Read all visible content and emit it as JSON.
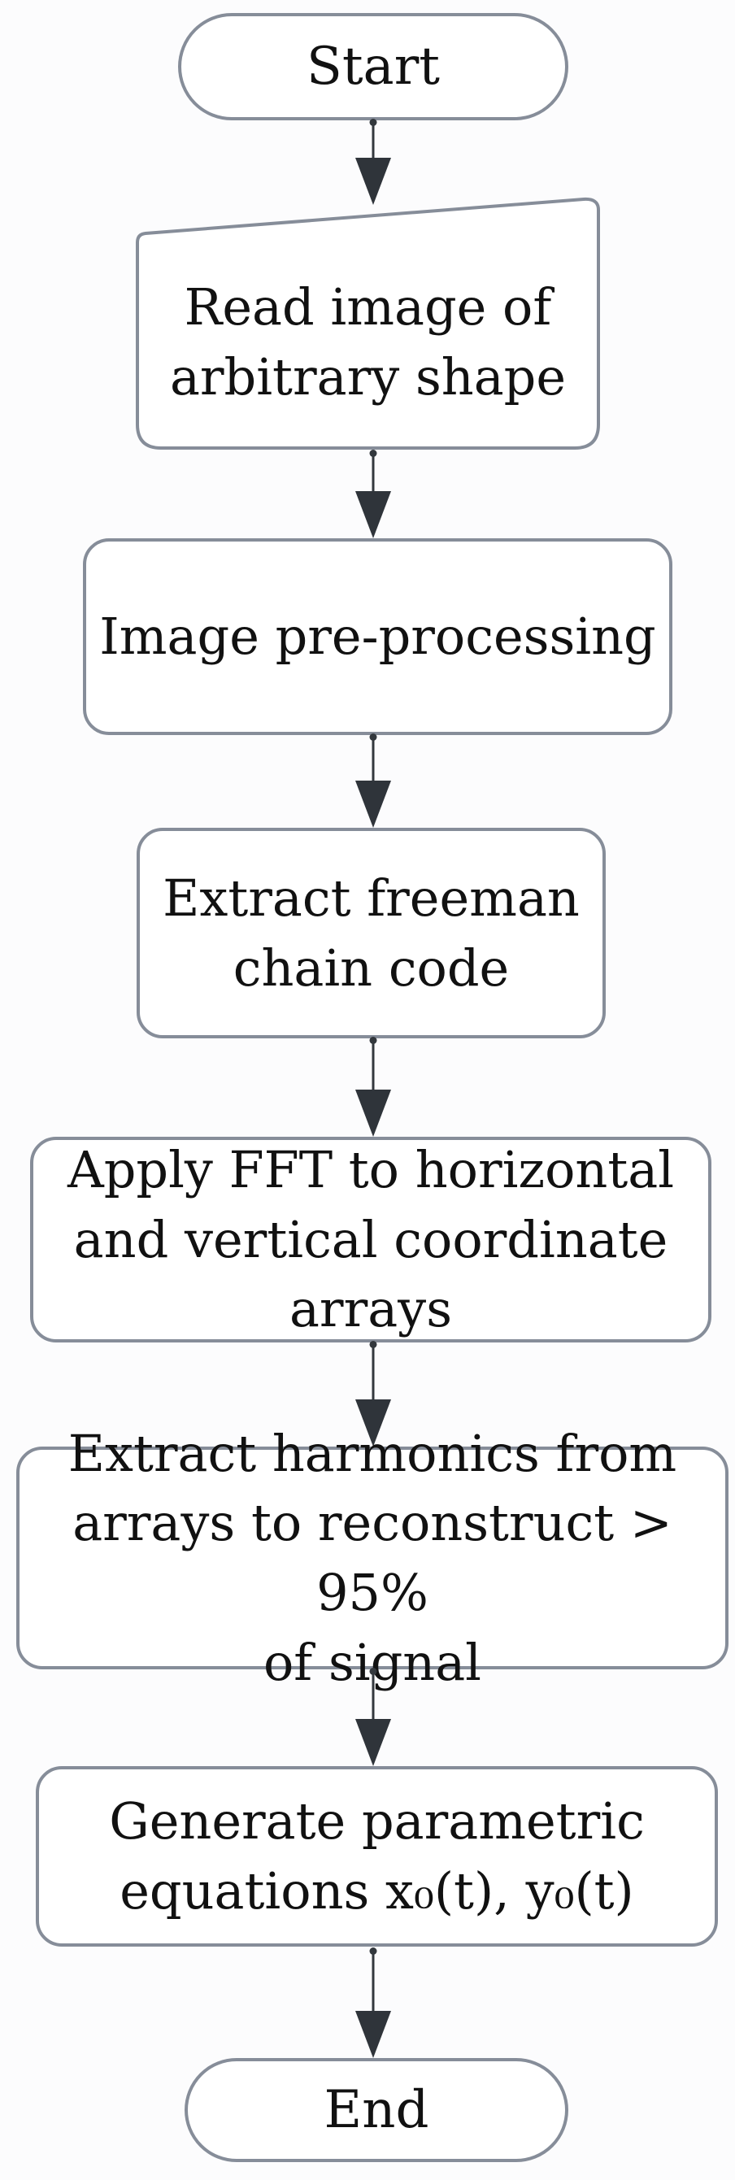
{
  "diagram": {
    "type": "flowchart",
    "direction": "top-down",
    "colors": {
      "node_border": "#868d99",
      "node_fill": "#ffffff",
      "arrow": "#33383d",
      "text": "#111111",
      "background": "#fcfcfd"
    },
    "nodes": [
      {
        "id": "start",
        "shape": "terminator",
        "label": "Start"
      },
      {
        "id": "read-image",
        "shape": "manual-input",
        "label": "Read image of\narbitrary shape"
      },
      {
        "id": "image-pre-processing",
        "shape": "process",
        "label": "Image pre-processing"
      },
      {
        "id": "extract-freeman-chain-code",
        "shape": "process",
        "label": "Extract freeman\nchain code"
      },
      {
        "id": "apply-fft",
        "shape": "process",
        "label": "Apply FFT to horizontal\nand vertical coordinate\narrays"
      },
      {
        "id": "extract-harmonics",
        "shape": "process",
        "label": "Extract harmonics from\narrays to reconstruct > 95%\nof signal"
      },
      {
        "id": "generate-parametric-equations",
        "shape": "process",
        "label": "Generate parametric\nequations x₀(t), y₀(t)"
      },
      {
        "id": "end",
        "shape": "terminator",
        "label": "End"
      }
    ],
    "edges": [
      {
        "from": "start",
        "to": "read-image"
      },
      {
        "from": "read-image",
        "to": "image-pre-processing"
      },
      {
        "from": "image-pre-processing",
        "to": "extract-freeman-chain-code"
      },
      {
        "from": "extract-freeman-chain-code",
        "to": "apply-fft"
      },
      {
        "from": "apply-fft",
        "to": "extract-harmonics"
      },
      {
        "from": "extract-harmonics",
        "to": "generate-parametric-equations"
      },
      {
        "from": "generate-parametric-equations",
        "to": "end"
      }
    ]
  }
}
